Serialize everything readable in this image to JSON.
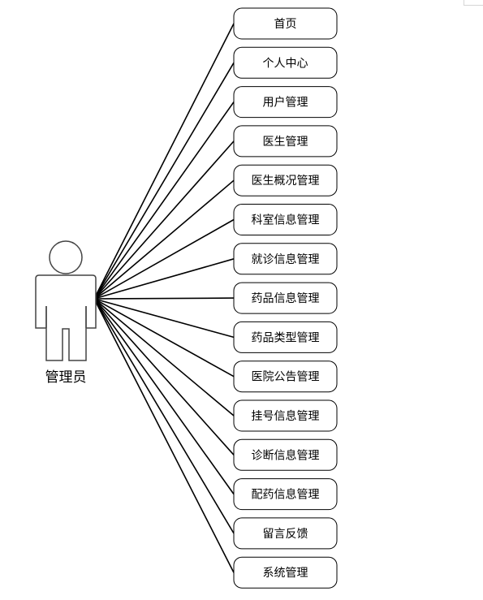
{
  "actor": {
    "label": "管理员"
  },
  "functions": [
    {
      "label": "首页"
    },
    {
      "label": "个人中心"
    },
    {
      "label": "用户管理"
    },
    {
      "label": "医生管理"
    },
    {
      "label": "医生概况管理"
    },
    {
      "label": "科室信息管理"
    },
    {
      "label": "就诊信息管理"
    },
    {
      "label": "药品信息管理"
    },
    {
      "label": "药品类型管理"
    },
    {
      "label": "医院公告管理"
    },
    {
      "label": "挂号信息管理"
    },
    {
      "label": "诊断信息管理"
    },
    {
      "label": "配药信息管理"
    },
    {
      "label": "留言反馈"
    },
    {
      "label": "系统管理"
    }
  ],
  "colors": {
    "line": "#000000",
    "actor_stroke": "#444444",
    "background": "#ffffff"
  }
}
